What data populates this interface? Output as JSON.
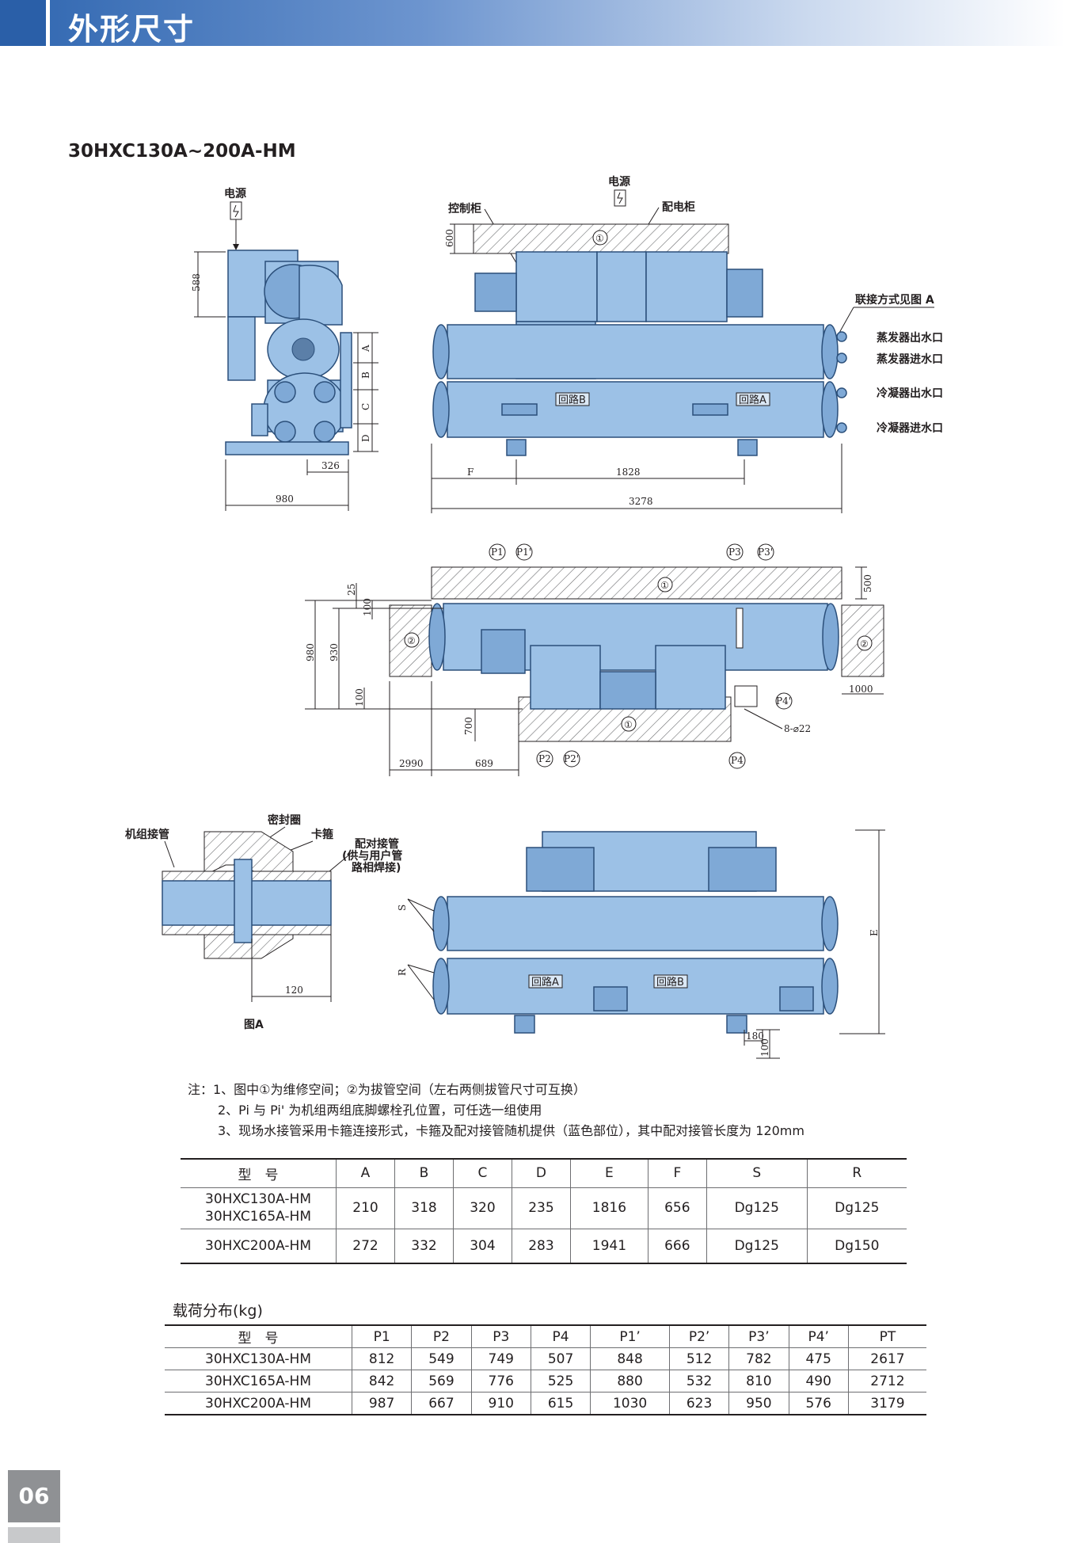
{
  "header": {
    "title": "外形尺寸"
  },
  "model_title": "30HXC130A~200A-HM",
  "labels": {
    "power": "电源",
    "control_cabinet": "控制柜",
    "distribution_cabinet": "配电柜",
    "connection_note": "联接方式见图 A",
    "evap_out": "蒸发器出水口",
    "evap_in": "蒸发器进水口",
    "cond_out": "冷凝器出水口",
    "cond_in": "冷凝器进水口",
    "circuit_a": "回路A",
    "circuit_b": "回路B",
    "unit_pipe": "机组接管",
    "seal_ring": "密封圈",
    "clamp": "卡箍",
    "mating_pipe_1": "配对接管",
    "mating_pipe_2": "(供与用户管",
    "mating_pipe_3": "路相焊接)",
    "figure_a": "图A",
    "hole_spec": "8-⌀22",
    "s": "S",
    "r": "R",
    "e": "E",
    "letter_a": "A",
    "letter_b": "B",
    "letter_c": "C",
    "letter_d": "D",
    "letter_f": "F",
    "zone1": "①",
    "zone2": "②"
  },
  "dims": {
    "d588": "588",
    "d326": "326",
    "d980": "980",
    "d600": "600",
    "d1828": "1828",
    "d3278": "3278",
    "d25": "25",
    "d100": "100",
    "d930": "930",
    "d500": "500",
    "d700": "700",
    "d2990": "2990",
    "d689": "689",
    "d1000": "1000",
    "d120": "120",
    "d180": "180"
  },
  "points": {
    "p1": "P1",
    "p1p": "P1'",
    "p2": "P2",
    "p2p": "P2'",
    "p3": "P3",
    "p3p": "P3'",
    "p4": "P4",
    "p4p": "P4'"
  },
  "notes": [
    "注：1、图中①为维修空间；②为拔管空间（左右两侧拔管尺寸可互换）",
    "2、Pi 与 Pi' 为机组两组底脚螺栓孔位置，可任选一组使用",
    "3、现场水接管采用卡箍连接形式，卡箍及配对接管随机提供（蓝色部位），其中配对接管长度为 120mm"
  ],
  "dim_table": {
    "headers": [
      "型　号",
      "A",
      "B",
      "C",
      "D",
      "E",
      "F",
      "S",
      "R"
    ],
    "rows": [
      {
        "model_1": "30HXC130A-HM",
        "model_2": "30HXC165A-HM",
        "values": [
          "210",
          "318",
          "320",
          "235",
          "1816",
          "656",
          "Dg125",
          "Dg125"
        ]
      },
      {
        "model_1": "30HXC200A-HM",
        "model_2": "",
        "values": [
          "272",
          "332",
          "304",
          "283",
          "1941",
          "666",
          "Dg125",
          "Dg150"
        ]
      }
    ]
  },
  "load_table": {
    "title": "载荷分布(kg)",
    "headers": [
      "型　号",
      "P1",
      "P2",
      "P3",
      "P4",
      "P1’",
      "P2’",
      "P3’",
      "P4’",
      "PT"
    ],
    "rows": [
      [
        "30HXC130A-HM",
        "812",
        "549",
        "749",
        "507",
        "848",
        "512",
        "782",
        "475",
        "2617"
      ],
      [
        "30HXC165A-HM",
        "842",
        "569",
        "776",
        "525",
        "880",
        "532",
        "810",
        "490",
        "2712"
      ],
      [
        "30HXC200A-HM",
        "987",
        "667",
        "910",
        "615",
        "1030",
        "623",
        "950",
        "576",
        "3179"
      ]
    ]
  },
  "page_number": "06",
  "colors": {
    "header_blue": "#2f66b0",
    "unit_blue": "#9cc1e6",
    "unit_outline": "#2b4f7a",
    "line": "#231f20"
  }
}
